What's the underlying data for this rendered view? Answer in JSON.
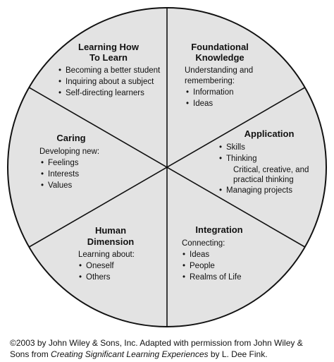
{
  "segments": {
    "learning_how_to_learn": {
      "title_lines": [
        "Learning How",
        "To Learn"
      ],
      "bullets": [
        "Becoming a better student",
        "Inquiring about a subject",
        "Self-directing learners"
      ]
    },
    "foundational_knowledge": {
      "title_lines": [
        "Foundational",
        "Knowledge"
      ],
      "intro_lines": [
        "Understanding and",
        "remembering:"
      ],
      "bullets": [
        "Information",
        "Ideas"
      ]
    },
    "application": {
      "title": "Application",
      "bullets": [
        "Skills",
        "Thinking"
      ],
      "sub_lines": [
        "Critical, creative, and",
        "practical thinking"
      ],
      "bullets_after": [
        "Managing projects"
      ]
    },
    "integration": {
      "title": "Integration",
      "intro": "Connecting:",
      "bullets": [
        "Ideas",
        "People",
        "Realms of Life"
      ]
    },
    "human_dimension": {
      "title_lines": [
        "Human",
        "Dimension"
      ],
      "intro": "Learning about:",
      "bullets": [
        "Oneself",
        "Others"
      ]
    },
    "caring": {
      "title": "Caring",
      "intro": "Developing new:",
      "bullets": [
        "Feelings",
        "Interests",
        "Values"
      ]
    }
  },
  "bullet_glyph": "•",
  "caption": {
    "line1": "©2003 by John Wiley & Sons, Inc. Adapted with permission from John Wiley &",
    "line2_prefix": "Sons from ",
    "book_title": "Creating Significant Learning Experiences",
    "line2_suffix": " by L. Dee Fink."
  },
  "colors": {
    "segment_fill": "#e3e3e3",
    "outline": "#111111",
    "text": "#111111"
  }
}
